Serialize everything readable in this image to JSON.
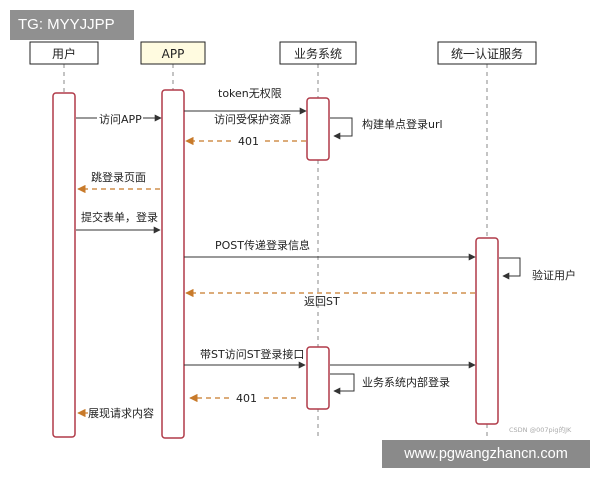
{
  "watermark_tag": "TG: MYYJJPP",
  "footer_watermark": "www.pgwangzhancn.com",
  "csdn_watermark": "CSDN @007pig的JK",
  "colors": {
    "lifeline_box_border": "#b03a48",
    "header_app": "#fffbe0",
    "header_other": "#ffffff",
    "solid_arrow": "#333333",
    "dashed_arrow": "#c87a2a",
    "lifeline_dash": "#888888"
  },
  "participants": [
    {
      "id": "user",
      "label": "用户"
    },
    {
      "id": "app",
      "label": "APP"
    },
    {
      "id": "biz",
      "label": "业务系统"
    },
    {
      "id": "sso",
      "label": "统一认证服务"
    }
  ],
  "messages": [
    {
      "from": "app",
      "to": "biz",
      "kind": "solid",
      "label": "token无权限"
    },
    {
      "from": "app",
      "to": "biz",
      "kind": "solid",
      "label": "访问受保护资源"
    },
    {
      "from": "user",
      "to": "app",
      "kind": "solid",
      "label": "访问APP"
    },
    {
      "from": "biz",
      "to": "biz",
      "kind": "self",
      "label": "构建单点登录url"
    },
    {
      "from": "biz",
      "to": "app",
      "kind": "dashed",
      "label": "401"
    },
    {
      "from": "app",
      "to": "user",
      "kind": "dashed",
      "label": "跳登录页面"
    },
    {
      "from": "user",
      "to": "app",
      "kind": "solid",
      "label": "提交表单，登录"
    },
    {
      "from": "app",
      "to": "sso",
      "kind": "solid",
      "label": "POST传递登录信息"
    },
    {
      "from": "sso",
      "to": "sso",
      "kind": "self",
      "label": "验证用户"
    },
    {
      "from": "sso",
      "to": "app",
      "kind": "dashed",
      "label": "返回ST"
    },
    {
      "from": "app",
      "to": "biz",
      "kind": "solid",
      "label": "带ST访问ST登录接口"
    },
    {
      "from": "biz",
      "to": "sso",
      "kind": "solid",
      "label": ""
    },
    {
      "from": "biz",
      "to": "biz",
      "kind": "self",
      "label": "业务系统内部登录"
    },
    {
      "from": "biz",
      "to": "app",
      "kind": "dashed",
      "label": "401"
    },
    {
      "from": "app",
      "to": "user",
      "kind": "dashed",
      "label": "展现请求内容"
    }
  ]
}
